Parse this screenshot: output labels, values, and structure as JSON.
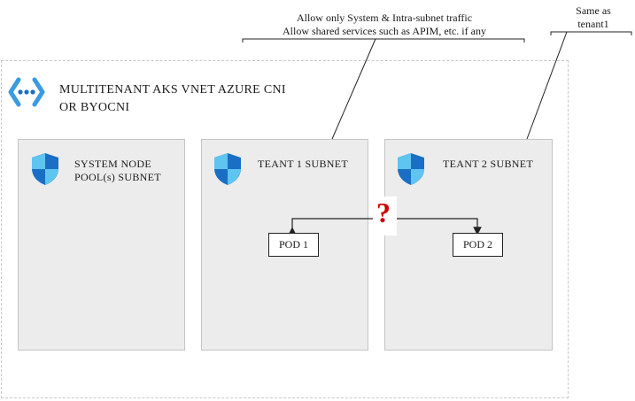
{
  "vnet": {
    "title_line1": "MULTITENANT AKS VNET AZURE CNI",
    "title_line2": "OR BYOCNI"
  },
  "subnets": [
    {
      "line1": "SYSTEM NODE",
      "line2": "POOL(s) SUBNET"
    },
    {
      "line1": "TEANT 1 SUBNET",
      "line2": ""
    },
    {
      "line1": "TEANT 2 SUBNET",
      "line2": ""
    }
  ],
  "pods": [
    "POD 1",
    "POD 2"
  ],
  "question_mark": "?",
  "notes": {
    "allow_line1": "Allow only System & Intra-subnet traffic",
    "allow_line2": "Allow shared services such as APIM, etc. if any",
    "same_line1": "Same as",
    "same_line2": "tenant1"
  },
  "colors": {
    "subnet_fill": "#ececec",
    "shield_light": "#5ec4f0",
    "shield_dark": "#1a6fc4",
    "vnet_icon": "#3a9be0",
    "question": "#d00000"
  }
}
